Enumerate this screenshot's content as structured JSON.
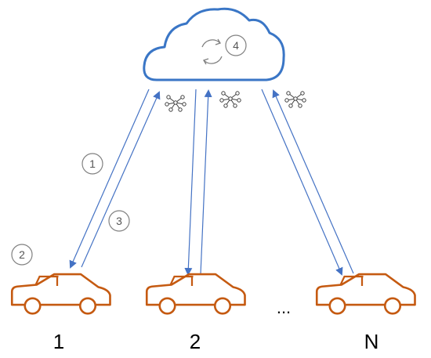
{
  "steps": [
    "1",
    "2",
    "3",
    "4"
  ],
  "vehicles": [
    "1",
    "2",
    "N"
  ],
  "ellipsis": "...",
  "colors": {
    "cloud": "#3a76c6",
    "arrow": "#4472c4",
    "car": "#c55a11",
    "step": "#808080",
    "node": "#404040"
  },
  "icons": {
    "cloud": "cloud-icon",
    "sync": "sync-icon",
    "model": "neural-network-icon",
    "car": "car-icon"
  }
}
